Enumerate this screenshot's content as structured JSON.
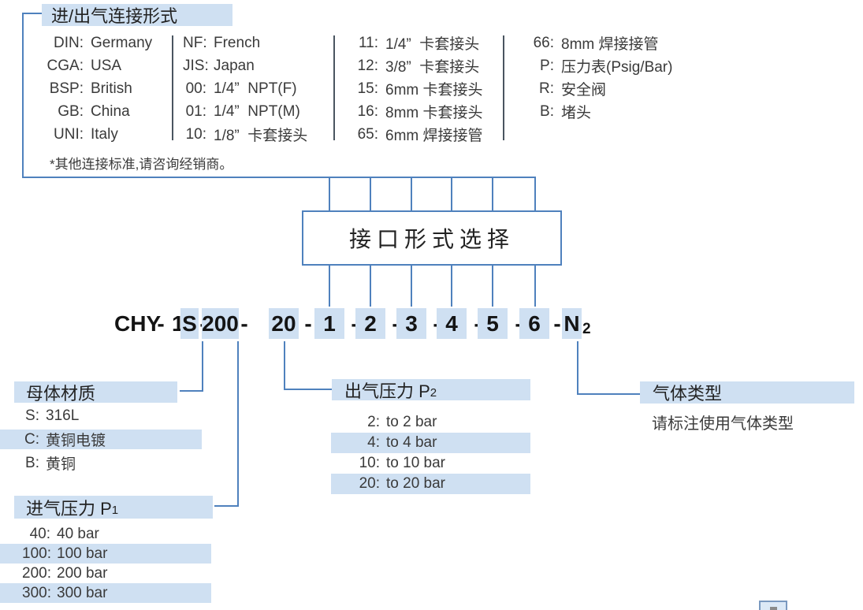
{
  "colors": {
    "highlight_blue": "#cfe0f2",
    "line_blue": "#4f81bd",
    "divider_gray": "#4a5560"
  },
  "connection": {
    "title": "进/出气连接形式",
    "note": "*其他连接标准,请咨询经销商。",
    "columns": [
      {
        "items": [
          {
            "label": "DIN:",
            "value": "Germany"
          },
          {
            "label": "CGA:",
            "value": "USA"
          },
          {
            "label": "BSP:",
            "value": "British"
          },
          {
            "label": "GB:",
            "value": "China"
          },
          {
            "label": "UNI:",
            "value": "Italy"
          }
        ]
      },
      {
        "items": [
          {
            "label": "NF:",
            "value": "French"
          },
          {
            "label": "JIS:",
            "value": "Japan"
          },
          {
            "label": "00:",
            "value": "1/4”  NPT(F)"
          },
          {
            "label": "01:",
            "value": "1/4”  NPT(M)"
          },
          {
            "label": "10:",
            "value": "1/8”  卡套接头"
          }
        ]
      },
      {
        "items": [
          {
            "label": "11:",
            "value": "1/4”  卡套接头"
          },
          {
            "label": "12:",
            "value": "3/8”  卡套接头"
          },
          {
            "label": "15:",
            "value": "6mm 卡套接头"
          },
          {
            "label": "16:",
            "value": "8mm 卡套接头"
          },
          {
            "label": "65:",
            "value": "6mm 焊接接管"
          }
        ]
      },
      {
        "items": [
          {
            "label": "66:",
            "value": "8mm 焊接接管"
          },
          {
            "label": "P:",
            "value": "压力表(Psig/Bar)"
          },
          {
            "label": "R:",
            "value": "安全阀"
          },
          {
            "label": "B:",
            "value": "堵头"
          }
        ]
      }
    ]
  },
  "selector_box": {
    "label": "接口形式选择"
  },
  "code_line": {
    "full_code": "CHY - 1S -200- 20 - 1 - 2 - 3 - 4 - 5 - 6 - N2",
    "parts": [
      {
        "text": "CHY"
      },
      {
        "text": "-"
      },
      {
        "text": "1"
      },
      {
        "text": "S",
        "highlight": true
      },
      {
        "text": "-"
      },
      {
        "text": "200",
        "highlight": true
      },
      {
        "text": "-"
      },
      {
        "text": "20",
        "highlight": true
      },
      {
        "text": "-"
      },
      {
        "text": "1",
        "highlight": true
      },
      {
        "text": "-"
      },
      {
        "text": "2",
        "highlight": true
      },
      {
        "text": "-"
      },
      {
        "text": "3",
        "highlight": true
      },
      {
        "text": "-"
      },
      {
        "text": "4",
        "highlight": true
      },
      {
        "text": "-"
      },
      {
        "text": "5",
        "highlight": true
      },
      {
        "text": "-"
      },
      {
        "text": "6",
        "highlight": true
      },
      {
        "text": "-"
      },
      {
        "text": "N",
        "highlight": true
      },
      {
        "text": "2",
        "subscript": true
      }
    ]
  },
  "material": {
    "title": "母体材质",
    "items": [
      {
        "label": "S:",
        "value": "316L"
      },
      {
        "label": "C:",
        "value": "黄铜电镀",
        "highlight": true
      },
      {
        "label": "B:",
        "value": "黄铜"
      }
    ]
  },
  "inlet": {
    "title": "进气压力 P",
    "sub": "1",
    "items": [
      {
        "label": "40:",
        "value": "40 bar"
      },
      {
        "label": "100:",
        "value": "100 bar",
        "highlight": true
      },
      {
        "label": "200:",
        "value": "200 bar"
      },
      {
        "label": "300:",
        "value": "300 bar",
        "highlight": true
      }
    ]
  },
  "outlet": {
    "title": "出气压力 P",
    "sub": "2",
    "items": [
      {
        "label": "2:",
        "value": "to 2 bar"
      },
      {
        "label": "4:",
        "value": "to 4 bar",
        "highlight": true
      },
      {
        "label": "10:",
        "value": "to 10 bar"
      },
      {
        "label": "20:",
        "value": "to 20 bar",
        "highlight": true
      }
    ]
  },
  "gas": {
    "title": "气体类型",
    "desc": "请标注使用气体类型"
  }
}
